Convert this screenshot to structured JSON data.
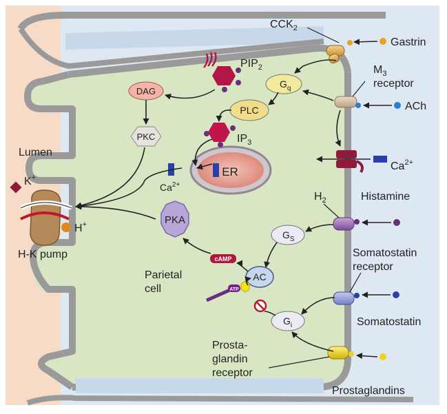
{
  "labels": {
    "cck2": "CCK",
    "cck2_sub": "2",
    "gastrin": "Gastrin",
    "m3": "M",
    "m3_sub": "3",
    "m3_receptor": "receptor",
    "ach": "ACh",
    "pip": "PIP",
    "pip_sub": "2",
    "dag": "DAG",
    "gq": "G",
    "gq_sub": "q",
    "plc": "PLC",
    "pkc": "PKC",
    "ip": "IP",
    "ip_sub": "3",
    "er": "ER",
    "lumen": "Lumen",
    "ca_inner": "Ca",
    "ca_inner_sup": "2+",
    "ca_outer": "Ca",
    "ca_outer_sup": "2+",
    "k": "K",
    "k_sup": "+",
    "h": "H",
    "h_sup": "+",
    "hk_pump": "H-K pump",
    "pka": "PKA",
    "h2": "H",
    "h2_sub": "2",
    "histamine": "Histamine",
    "gs": "G",
    "gs_sub": "S",
    "somatostatin_receptor_1": "Somatostatin",
    "somatostatin_receptor_2": "receptor",
    "camp": "cAMP",
    "ac": "AC",
    "parietal_1": "Parietal",
    "parietal_2": "cell",
    "atp": "ATP",
    "gi": "G",
    "gi_sub": "i",
    "somatostatin": "Somatostatin",
    "prosta_1": "Prosta-",
    "prosta_2": "glandin",
    "prosta_3": "receptor",
    "prostaglandins": "Prostaglandins"
  },
  "colors": {
    "cytoplasm": "#d9e6c4",
    "lumen": "#f6dcc7",
    "interstitium": "#dce7f1",
    "membrane": "#9a9a9a",
    "gastrin": "#f0a020",
    "ach": "#2b7fd0",
    "histamine": "#6a2e7a",
    "somatostatin": "#2a3fa8",
    "prostaglandin": "#f2d21a",
    "ip3": "#c0154a",
    "dag_box": "#f5b4a8",
    "plc_box": "#f2dc8a",
    "pka": "#b7a6d8",
    "er": "#e79a8c"
  },
  "icons": [
    "arrow",
    "inhibit-icon",
    "hexagon-molecule",
    "receptor-cylinder"
  ]
}
